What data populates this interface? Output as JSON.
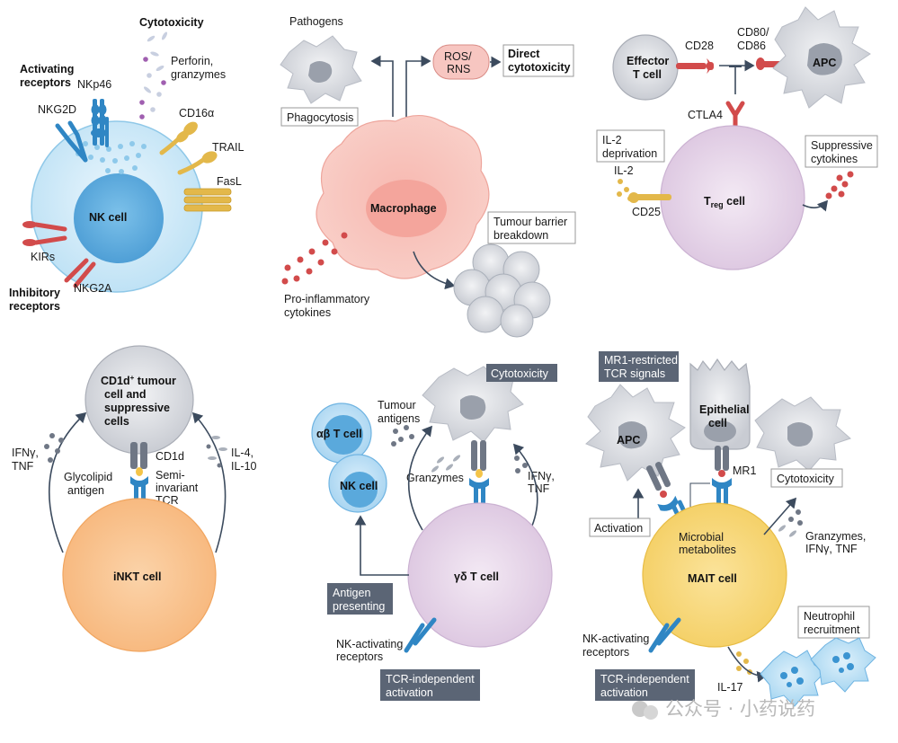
{
  "nk": {
    "cytotoxicity": "Cytotoxicity",
    "activating1": "Activating",
    "activating2": "receptors",
    "nkp46": "NKp46",
    "nkg2d": "NKG2D",
    "perforin1": "Perforin,",
    "perforin2": "granzymes",
    "cd16a": "CD16α",
    "trail": "TRAIL",
    "fasl": "FasL",
    "cell": "NK cell",
    "kirs": "KIRs",
    "nkg2a": "NKG2A",
    "inhibitory1": "Inhibitory",
    "inhibitory2": "receptors"
  },
  "mac": {
    "pathogens": "Pathogens",
    "phagocytosis": "Phagocytosis",
    "ros1": "ROS/",
    "ros2": "RNS",
    "direct1": "Direct",
    "direct2": "cytotoxicity",
    "cell": "Macrophage",
    "barrier1": "Tumour barrier",
    "barrier2": "breakdown",
    "proinf1": "Pro-inflammatory",
    "proinf2": "cytokines"
  },
  "treg": {
    "effector1": "Effector",
    "effector2": "T cell",
    "cd28": "CD28",
    "cd80_1": "CD80/",
    "cd80_2": "CD86",
    "apc": "APC",
    "ctla4": "CTLA4",
    "il2dep1": "IL-2",
    "il2dep2": "deprivation",
    "supp1": "Suppressive",
    "supp2": "cytokines",
    "il2": "IL-2",
    "cd25": "CD25",
    "cell_main": "T",
    "cell_sub": "reg",
    "cell_tail": " cell"
  },
  "inkt": {
    "tumour1": "CD1d",
    "tumour1_sup": "+",
    "tumour1_tail": " tumour",
    "tumour2": "cell and",
    "tumour3": "suppressive",
    "tumour4": "cells",
    "ifng1": "IFNγ,",
    "ifng2": "TNF",
    "cd1d": "CD1d",
    "il4_1": "IL-4,",
    "il4_2": "IL-10",
    "glyco1": "Glycolipid",
    "glyco2": "antigen",
    "semi1": "Semi-",
    "semi2": "invariant",
    "semi3": "TCR",
    "cell": "iNKT cell"
  },
  "gd": {
    "cytotoxicity": "Cytotoxicity",
    "tumour1": "Tumour",
    "tumour2": "antigens",
    "ab": "αβ T cell",
    "nk": "NK cell",
    "granzymes": "Granzymes",
    "ifng1": "IFNγ,",
    "ifng2": "TNF",
    "antigen1": "Antigen",
    "antigen2": "presenting",
    "cell": "γδ T cell",
    "nkact1": "NK-activating",
    "nkact2": "receptors",
    "tcrind1": "TCR-independent",
    "tcrind2": "activation"
  },
  "mait": {
    "mr1tcr1": "MR1-restricted",
    "mr1tcr2": "TCR signals",
    "apc": "APC",
    "epi1": "Epithelial",
    "epi2": "cell",
    "mr1": "MR1",
    "cytotoxicity": "Cytotoxicity",
    "activation": "Activation",
    "micro1": "Microbial",
    "micro2": "metabolites",
    "granz1": "Granzymes,",
    "granz2": "IFNγ, TNF",
    "cell": "MAIT cell",
    "neutro1": "Neutrophil",
    "neutro2": "recruitment",
    "nkact1": "NK-activating",
    "nkact2": "receptors",
    "il17": "IL-17",
    "tcrind1": "TCR-independent",
    "tcrind2": "activation"
  },
  "watermark": "公众号 · 小药说药"
}
